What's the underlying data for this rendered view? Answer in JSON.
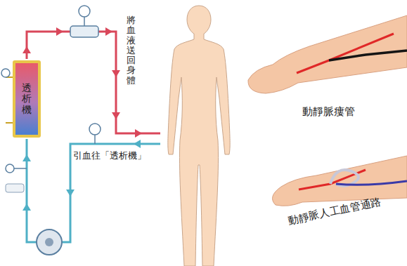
{
  "diagram": {
    "nodes": [
      {
        "text": [
          "透析機"
        ]
      }
    ],
    "labels": [
      "將血液送回身體",
      "引血往「透析機」",
      "動靜脈瘻管",
      "動靜脈人工血管通路"
    ]
  }
}
